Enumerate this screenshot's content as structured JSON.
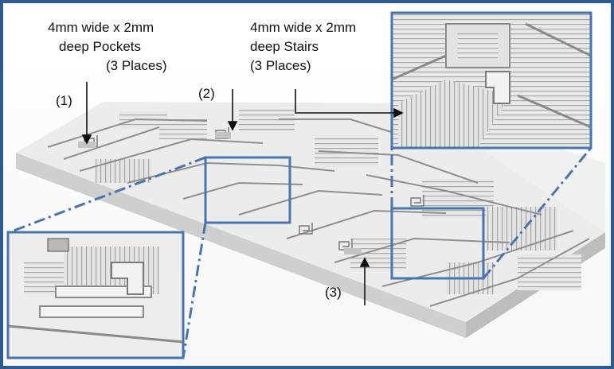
{
  "annotations": {
    "pockets_line1": "4mm wide x 2mm",
    "pockets_line2": "deep Pockets",
    "pockets_line3": "(3 Places)",
    "stairs_line1": "4mm wide x 2mm",
    "stairs_line2": "deep Stairs",
    "stairs_line3": "(3 Places)",
    "marker_1": "(1)",
    "marker_2": "(2)",
    "marker_3": "(3)"
  },
  "colors": {
    "frame": "#2f5a8f",
    "callout": "#4a74ad",
    "surface": "#eaeaea",
    "shadow": "#9a9a9a",
    "arrow": "#111111"
  }
}
